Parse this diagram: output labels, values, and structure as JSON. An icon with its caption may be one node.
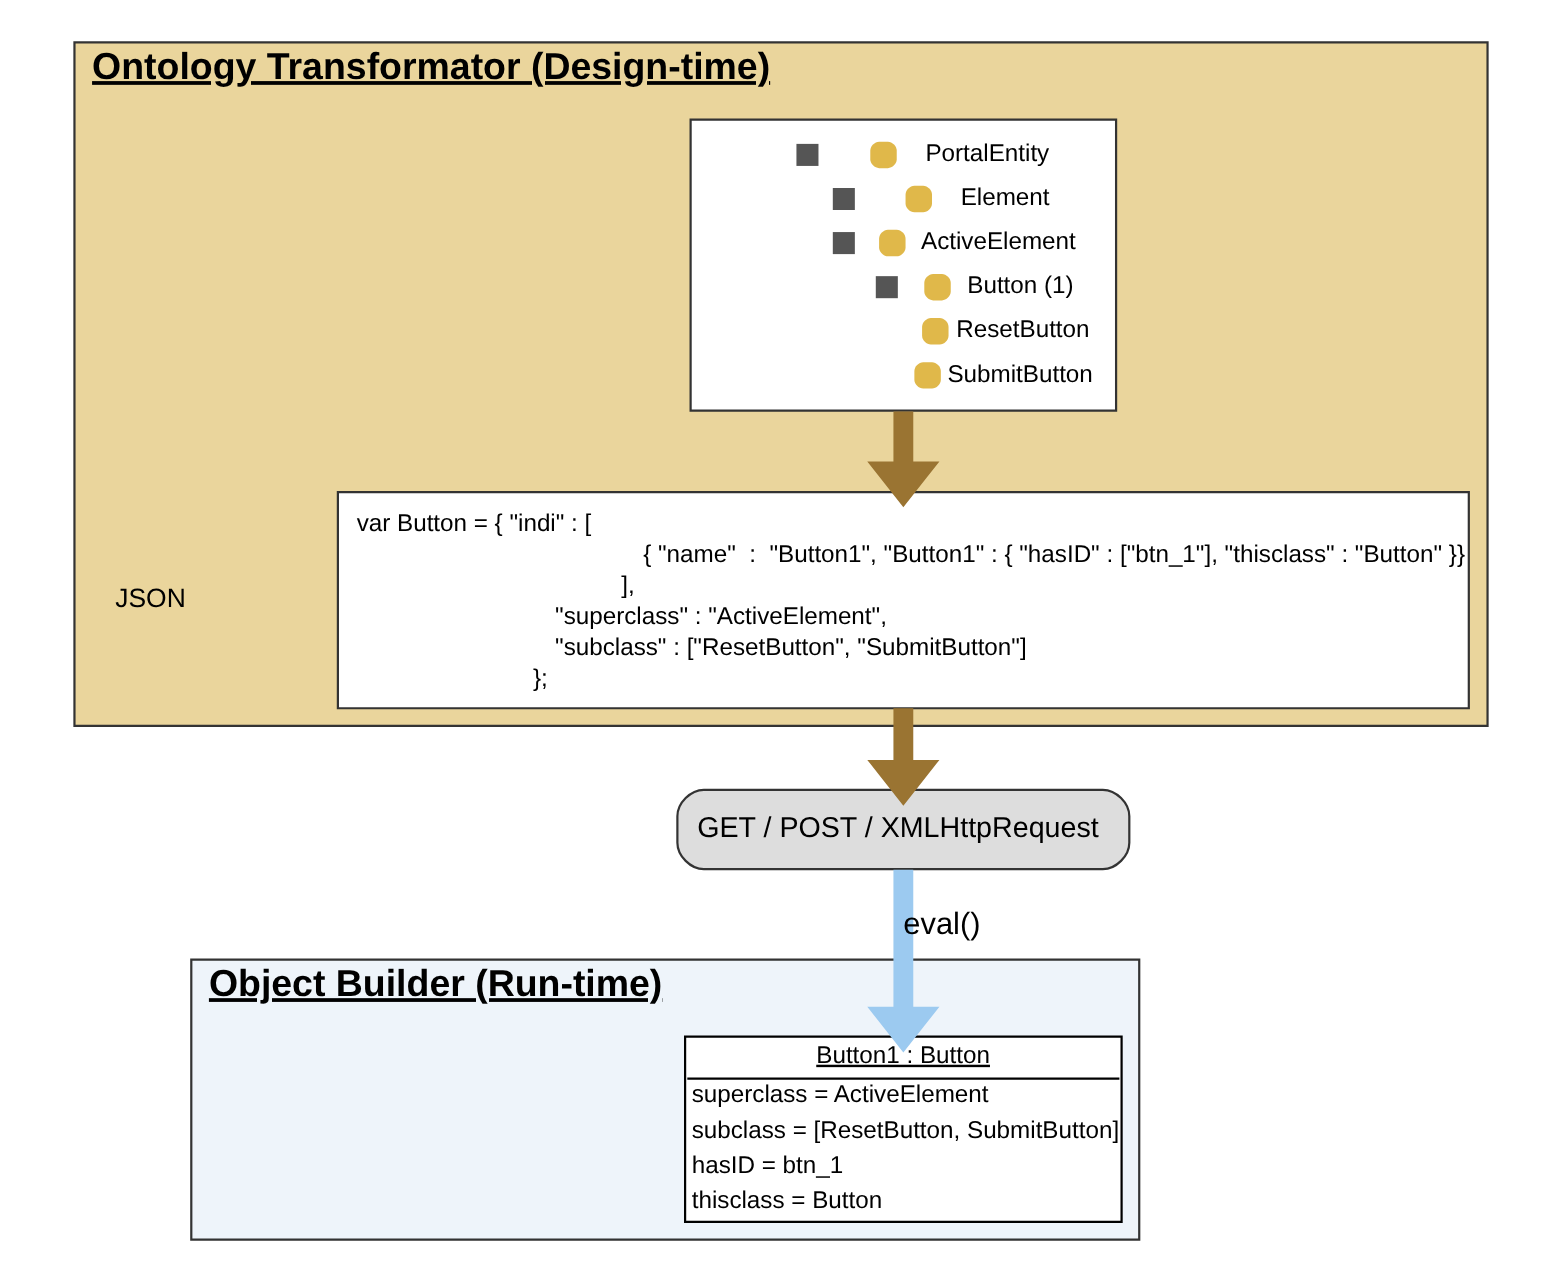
{
  "diagram": {
    "nodes": [
      {
        "text": [
          "Ontology Transformator (Design-time)"
        ]
      },
      {
        "text": [
          "PortalEntity",
          "Element",
          "ActiveElement",
          "Button (1)",
          "ResetButton",
          "SubmitButton"
        ],
        "in": 0
      },
      {
        "text": [
          "var Button = { \"indi\" : [",
          "{ \"name\"  :  \"Button1\", \"Button1\" : { \"hasID\" : [\"btn_1\"], \"thisclass\" : \"Button\" }}",
          "],",
          "\"superclass\" : \"ActiveElement\",",
          "\"subclass\" : [\"ResetButton\", \"SubmitButton\"]",
          "};"
        ],
        "in": 0
      },
      {
        "text": [
          "Object Builder (Run-time)"
        ]
      },
      {
        "text": [
          "GET / POST / XMLHttpRequest"
        ]
      },
      {
        "text": [
          "Button1 : Button",
          "superclass = ActiveElement",
          "subclass = [ResetButton, SubmitButton]",
          "hasID = btn_1",
          "thisclass = Button"
        ],
        "in": 3
      }
    ],
    "edges": [
      {
        "from": 1,
        "to": 2,
        "arrow": "to"
      },
      {
        "from": 2,
        "to": 4,
        "arrow": "to"
      },
      {
        "from": 4,
        "to": 5,
        "arrow": "to",
        "label": "eval()",
        "color": "#9ccaf0"
      }
    ],
    "labels": [
      "JSON"
    ]
  }
}
